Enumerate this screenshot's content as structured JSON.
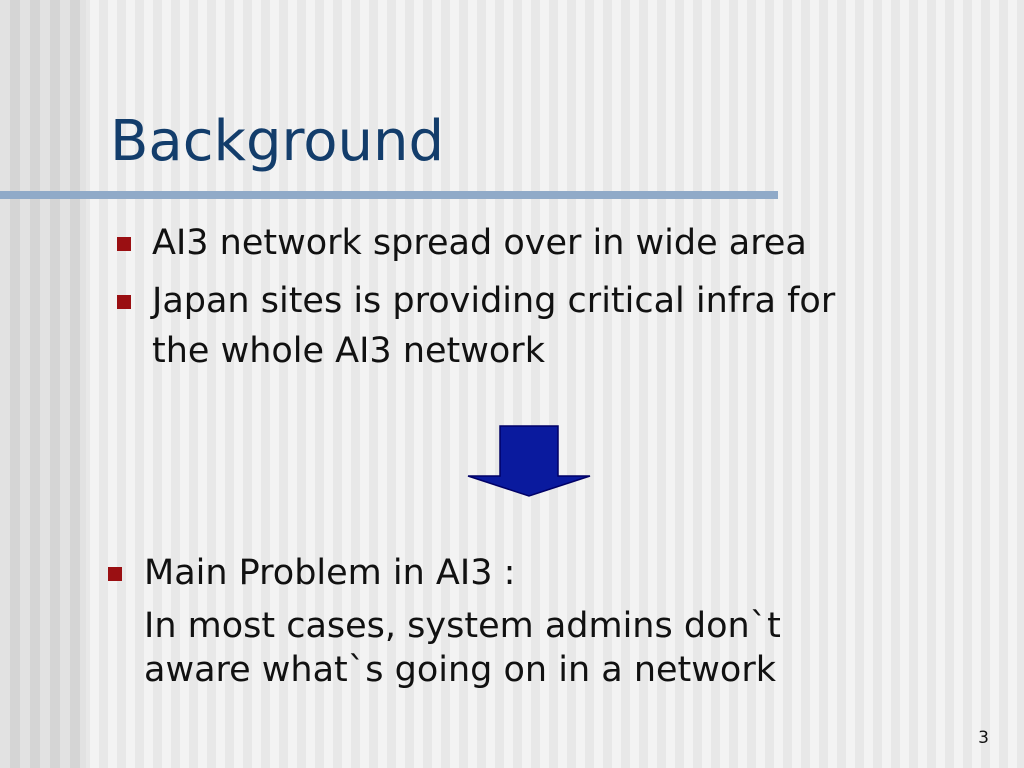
{
  "slide": {
    "title": "Background",
    "page_number": "3"
  },
  "bullets": [
    {
      "line1": "AI3 network spread over in wide area"
    },
    {
      "line1": "Japan sites is providing critical infra for",
      "line2": "the whole AI3 network"
    }
  ],
  "arrow": {
    "icon": "down-arrow-icon",
    "fill": "#0a1a9e",
    "stroke": "#000066"
  },
  "problem": {
    "heading": "Main Problem in AI3 :",
    "detail_line1": "In most cases, system admins don`t",
    "detail_line2": "aware what`s going on in a network"
  },
  "colors": {
    "title": "#133d6b",
    "bullet_marker": "#9a0f12",
    "title_rule": "#90aac8"
  }
}
